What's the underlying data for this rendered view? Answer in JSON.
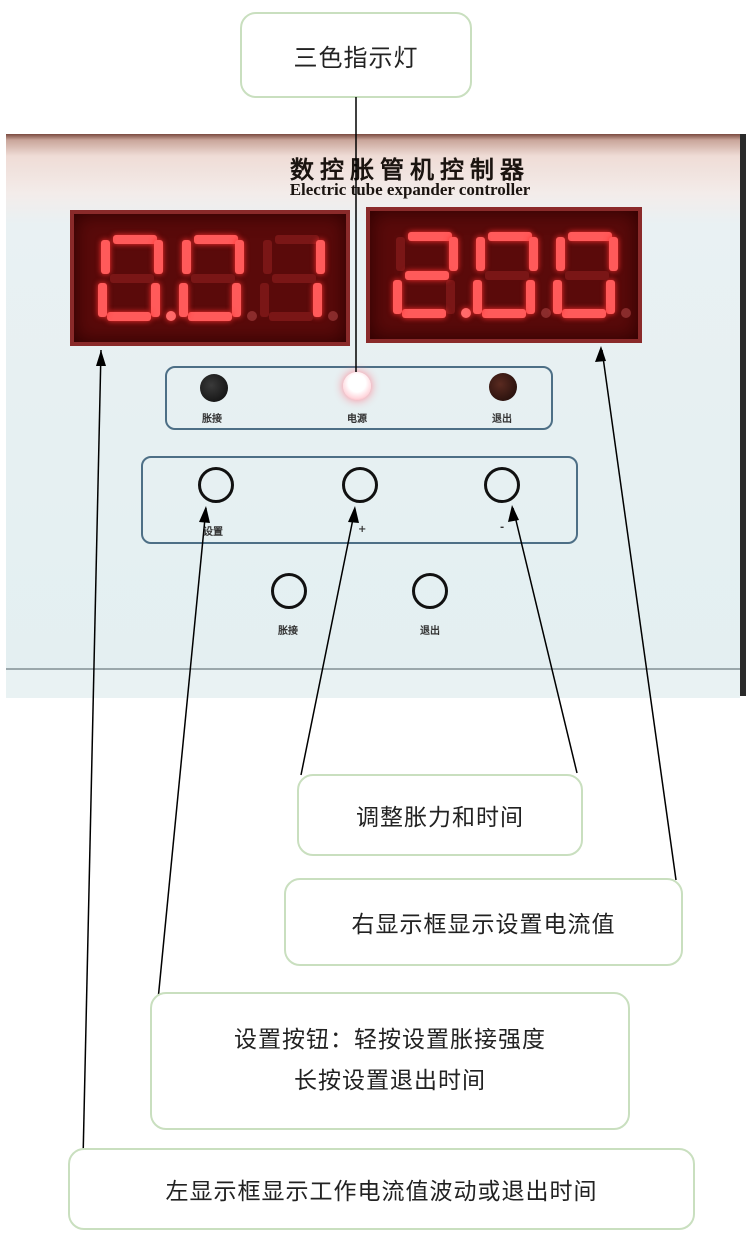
{
  "title_callout": {
    "text": "三色指示灯"
  },
  "device": {
    "title_cn": "数控胀管机控制器",
    "title_en": "Electric tube expander controller",
    "left_display": {
      "value": "0.01",
      "digits": [
        "0",
        "0",
        "1"
      ],
      "dp": [
        true,
        false,
        false
      ]
    },
    "right_display": {
      "value": "2.00",
      "digits": [
        "2",
        "0",
        "0"
      ],
      "dp": [
        true,
        false,
        false
      ]
    },
    "indicators": [
      {
        "label": "胀接",
        "state": "off",
        "color": "#1a1a1a"
      },
      {
        "label": "电源",
        "state": "on",
        "color": "#ffffff"
      },
      {
        "label": "退出",
        "state": "off",
        "color": "#3a1a14"
      }
    ],
    "buttons": [
      {
        "label": "设置"
      },
      {
        "label": "+"
      },
      {
        "label": "-"
      }
    ],
    "lower_buttons": [
      {
        "label": "胀接"
      },
      {
        "label": "退出"
      }
    ]
  },
  "callouts": {
    "adjust": {
      "text": "调整胀力和时间"
    },
    "right_display": {
      "text": "右显示框显示设置电流值"
    },
    "set_button": {
      "line1": "设置按钮：轻按设置胀接强度",
      "line2": "长按设置退出时间"
    },
    "left_display": {
      "text": "左显示框显示工作电流值波动或退出时间"
    }
  },
  "colors": {
    "callout_border": "#c9dfbf",
    "led_on": "#ff5a5a",
    "display_bg": "#5a0a0a",
    "panel_bg": "#e3eff1"
  }
}
